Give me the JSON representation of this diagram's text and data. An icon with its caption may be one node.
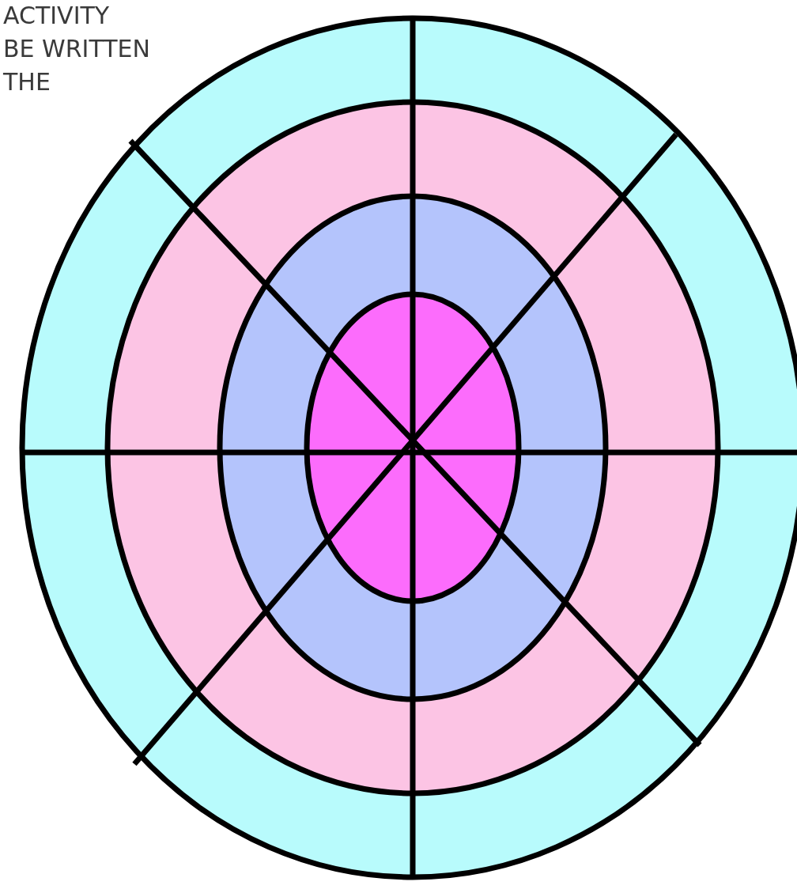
{
  "diagram": {
    "labels": [
      "ACTIVITY",
      "BE WRITTEN",
      "THE"
    ]
  }
}
